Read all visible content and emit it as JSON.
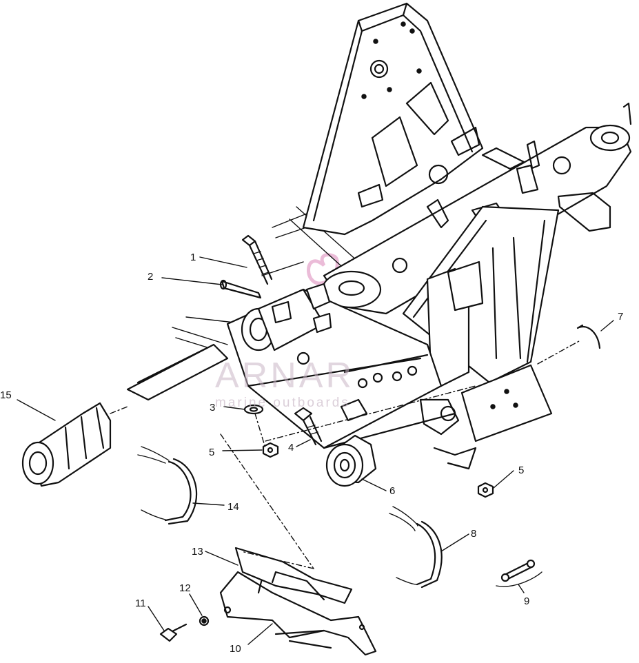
{
  "callouts": [
    "1",
    "2",
    "3",
    "4",
    "5",
    "5",
    "6",
    "7",
    "8",
    "9",
    "10",
    "11",
    "12",
    "13",
    "14",
    "15"
  ],
  "watermark": {
    "brand": "ARNAR",
    "tagline": "marine outboards"
  },
  "colors": {
    "line": "#111111",
    "background": "#ffffff",
    "watermark": "#c9b6c6",
    "watermark_logo": "#e3a0c8"
  }
}
